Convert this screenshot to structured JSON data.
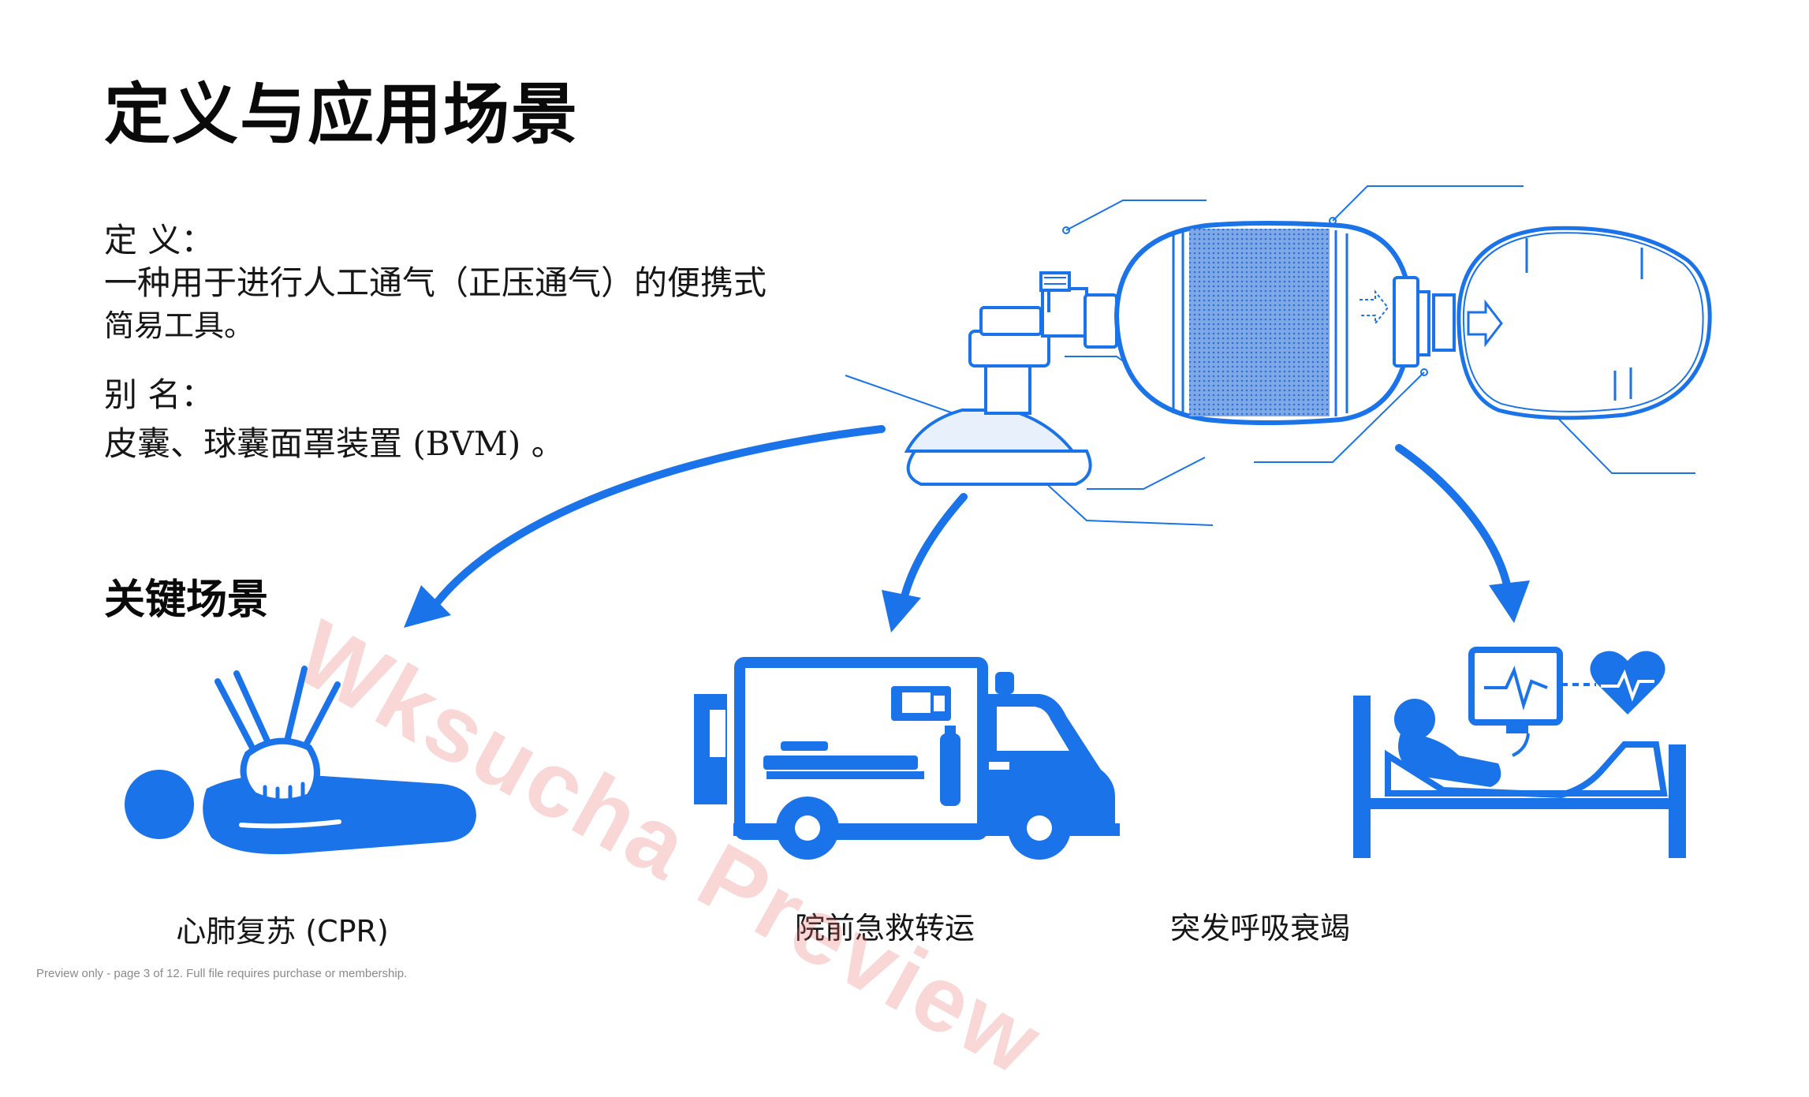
{
  "slide": {
    "title": "定义与应用场景",
    "definition_label": "定 义：",
    "definition_line1": "一种用于进行人工通气（正压通气）的便携式",
    "definition_line2": "简易工具。",
    "alias_label": "别 名：",
    "alias_text": "皮囊、球囊面罩装置 (BVM) 。",
    "scenarios_heading": "关键场景"
  },
  "scenarios": [
    {
      "caption": "心肺复苏 (CPR)",
      "icon": "cpr-icon"
    },
    {
      "caption": "院前急救转运",
      "icon": "ambulance-icon"
    },
    {
      "caption": "突发呼吸衰竭",
      "icon": "hospital-bed-icon"
    }
  ],
  "device_illustration": {
    "icon": "bag-valve-mask-icon"
  },
  "footer": "Preview only - page 3 of 12. Full file requires purchase or membership.",
  "watermark": "Wksucha Preview",
  "colors": {
    "accent": "#1a73e8",
    "text": "#111111",
    "watermark": "#e86e6e",
    "footer": "#8a8a8a"
  }
}
